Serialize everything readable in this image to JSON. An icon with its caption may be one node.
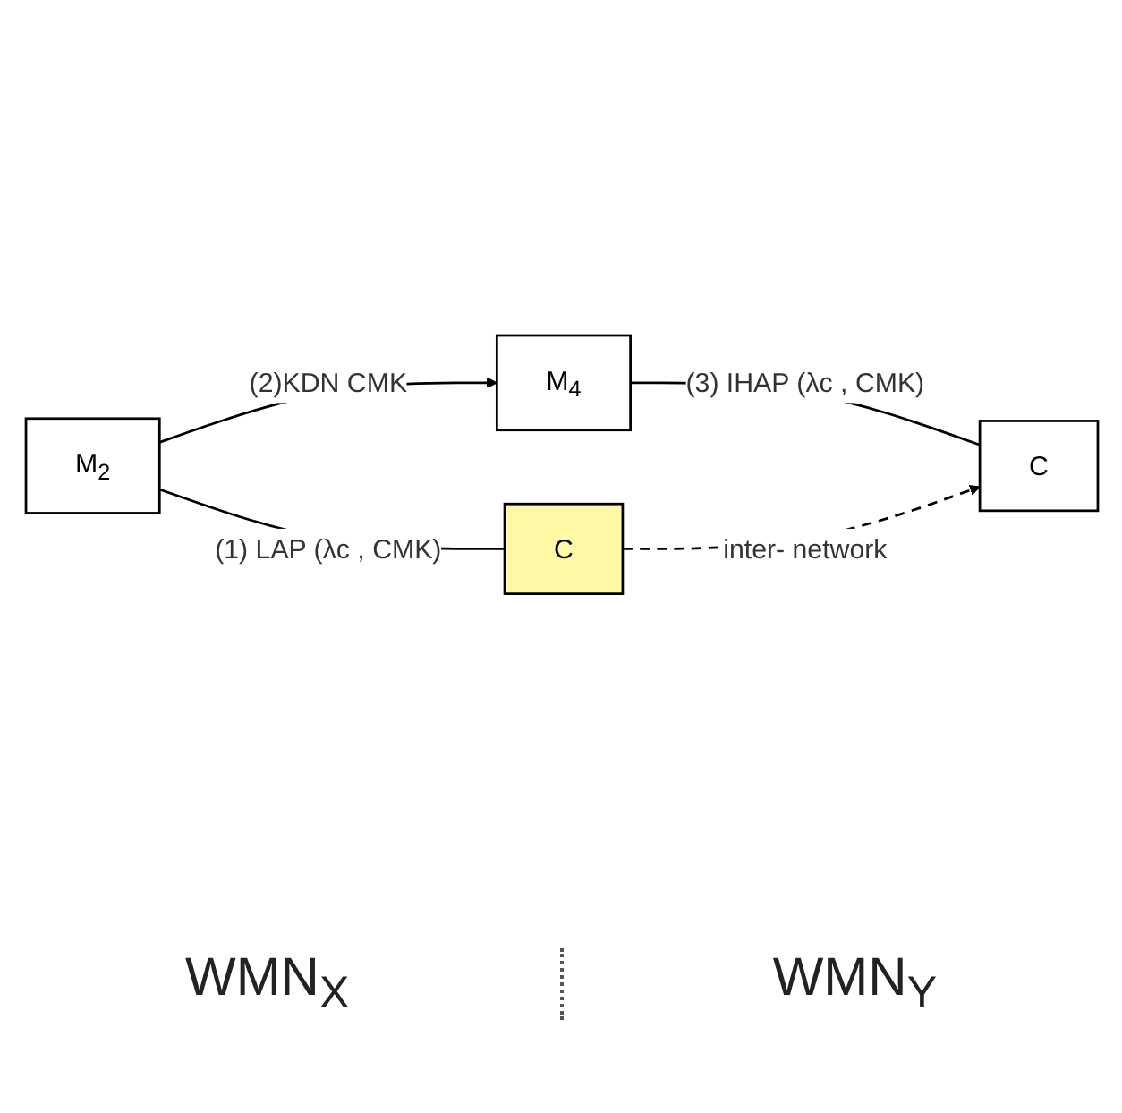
{
  "diagram": {
    "nodes": [
      {
        "text": [
          "M$_{2}$"
        ]
      },
      {
        "text": [
          "M$_{4}$"
        ]
      },
      {
        "text": [
          "C"
        ]
      },
      {
        "text": [
          "C"
        ]
      }
    ],
    "edges": [
      {
        "from": 0,
        "to": 1,
        "arrow": "to",
        "label": "(2)KDN CMK"
      },
      {
        "from": 0,
        "to": 2,
        "arrow": "none",
        "label": "(1) LAP (λc , CMK)"
      },
      {
        "from": 1,
        "to": 3,
        "arrow": "none",
        "label": "(3) IHAP (λc , CMK)"
      },
      {
        "from": 2,
        "to": 3,
        "arrow": "to",
        "style": "dashed",
        "label": "inter- network"
      }
    ],
    "labels": [
      "WMN$_{X}$",
      "WMN$_{Y}$"
    ]
  }
}
